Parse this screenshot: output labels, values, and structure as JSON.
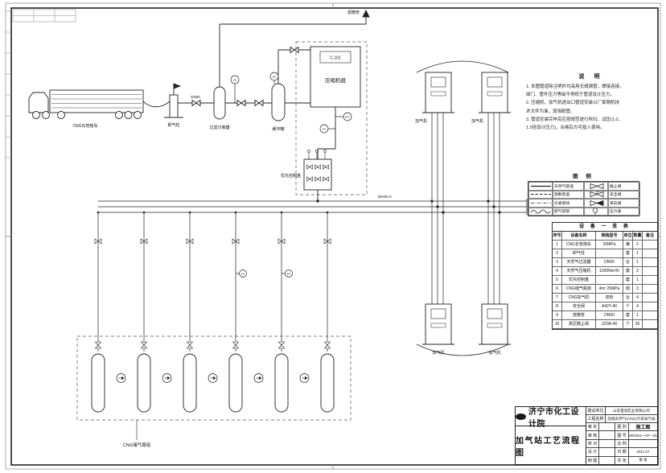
{
  "notes": {
    "title": "说  明",
    "lines": [
      "1. 本图管道除注明外均采用无缝钢管，焊接连接，",
      "    阀门、管件压力等级不得低于管道设计压力。",
      "2. 压缩机、加气机进出口管道安装以厂家随机技",
      "    术文件为准，现场配管。",
      "3. 管道安装完毕后应按规范进行吹扫、试压(1.0、",
      "    1.5倍设计压力)，合格后方可投入使用。"
    ]
  },
  "legend": {
    "title": "图  例",
    "items": [
      {
        "label": "天然气管道"
      },
      {
        "label": "放散管道"
      },
      {
        "label": "仪表管线"
      },
      {
        "label": "卸气软管"
      },
      {
        "label": "截止阀"
      },
      {
        "label": "安全阀"
      },
      {
        "label": "单向阀"
      },
      {
        "label": "压力表"
      }
    ]
  },
  "equipment_table": {
    "title": "设 备 一 览 表",
    "columns": [
      "序号",
      "设备名称",
      "规格型号",
      "单位",
      "数量",
      "备注"
    ],
    "rows": [
      [
        "1",
        "CNG长管拖车",
        "20MPa",
        "辆",
        "2",
        ""
      ],
      [
        "2",
        "卸气柱",
        "",
        "套",
        "1",
        ""
      ],
      [
        "3",
        "天然气过滤器",
        "DN50",
        "台",
        "1",
        ""
      ],
      [
        "4",
        "天然气压缩机",
        "1000Nm³/h",
        "套",
        "2",
        ""
      ],
      [
        "5",
        "优先控制盘",
        "",
        "套",
        "1",
        ""
      ],
      [
        "6",
        "CNG储气瓶组",
        "4m³ 25MPa",
        "组",
        "3",
        ""
      ],
      [
        "7",
        "CNG加气机",
        "双枪",
        "台",
        "4",
        ""
      ],
      [
        "8",
        "安全阀",
        "A42Y-40",
        "个",
        "4",
        ""
      ],
      [
        "9",
        "放散管",
        "DN50",
        "套",
        "1",
        ""
      ],
      [
        "10",
        "高压截止阀",
        "J23W-40",
        "个",
        "26",
        ""
      ]
    ]
  },
  "titleblock": {
    "company": "济宁市化工设计院",
    "client_label": "建设单位",
    "client": "山东圣润实业有限公司",
    "project_label": "工程名称",
    "project": "压缩天然气(CNG)汽车加气站",
    "drawing_title": "加气站工艺流程图",
    "roles": [
      "审 定",
      "审 核",
      "校 对",
      "设 计",
      "制 图"
    ],
    "fields": [
      [
        "图 别",
        "施工图"
      ],
      [
        "图 号",
        "SR2011—07—01"
      ],
      [
        "比 例",
        ""
      ],
      [
        "日 期",
        "2011.07"
      ],
      [
        "共 张",
        "第 张"
      ]
    ]
  },
  "diagram": {
    "truck_label": "CNG长管拖车",
    "post_label": "卸气柱",
    "vessel1_label": "过滤分离器",
    "vessel2_label": "缓冲罐",
    "compressor_tag": "C-101",
    "compressor_label": "压缩机组",
    "manifold_label": "优先控制盘",
    "dispenser_label": "加气机",
    "cylinders_label": "CNG储气瓶组",
    "vent_label": "放散管",
    "pipe_main": "DN50",
    "pipe_high": "DN25×3",
    "pi": "PI",
    "pt": "PT"
  }
}
